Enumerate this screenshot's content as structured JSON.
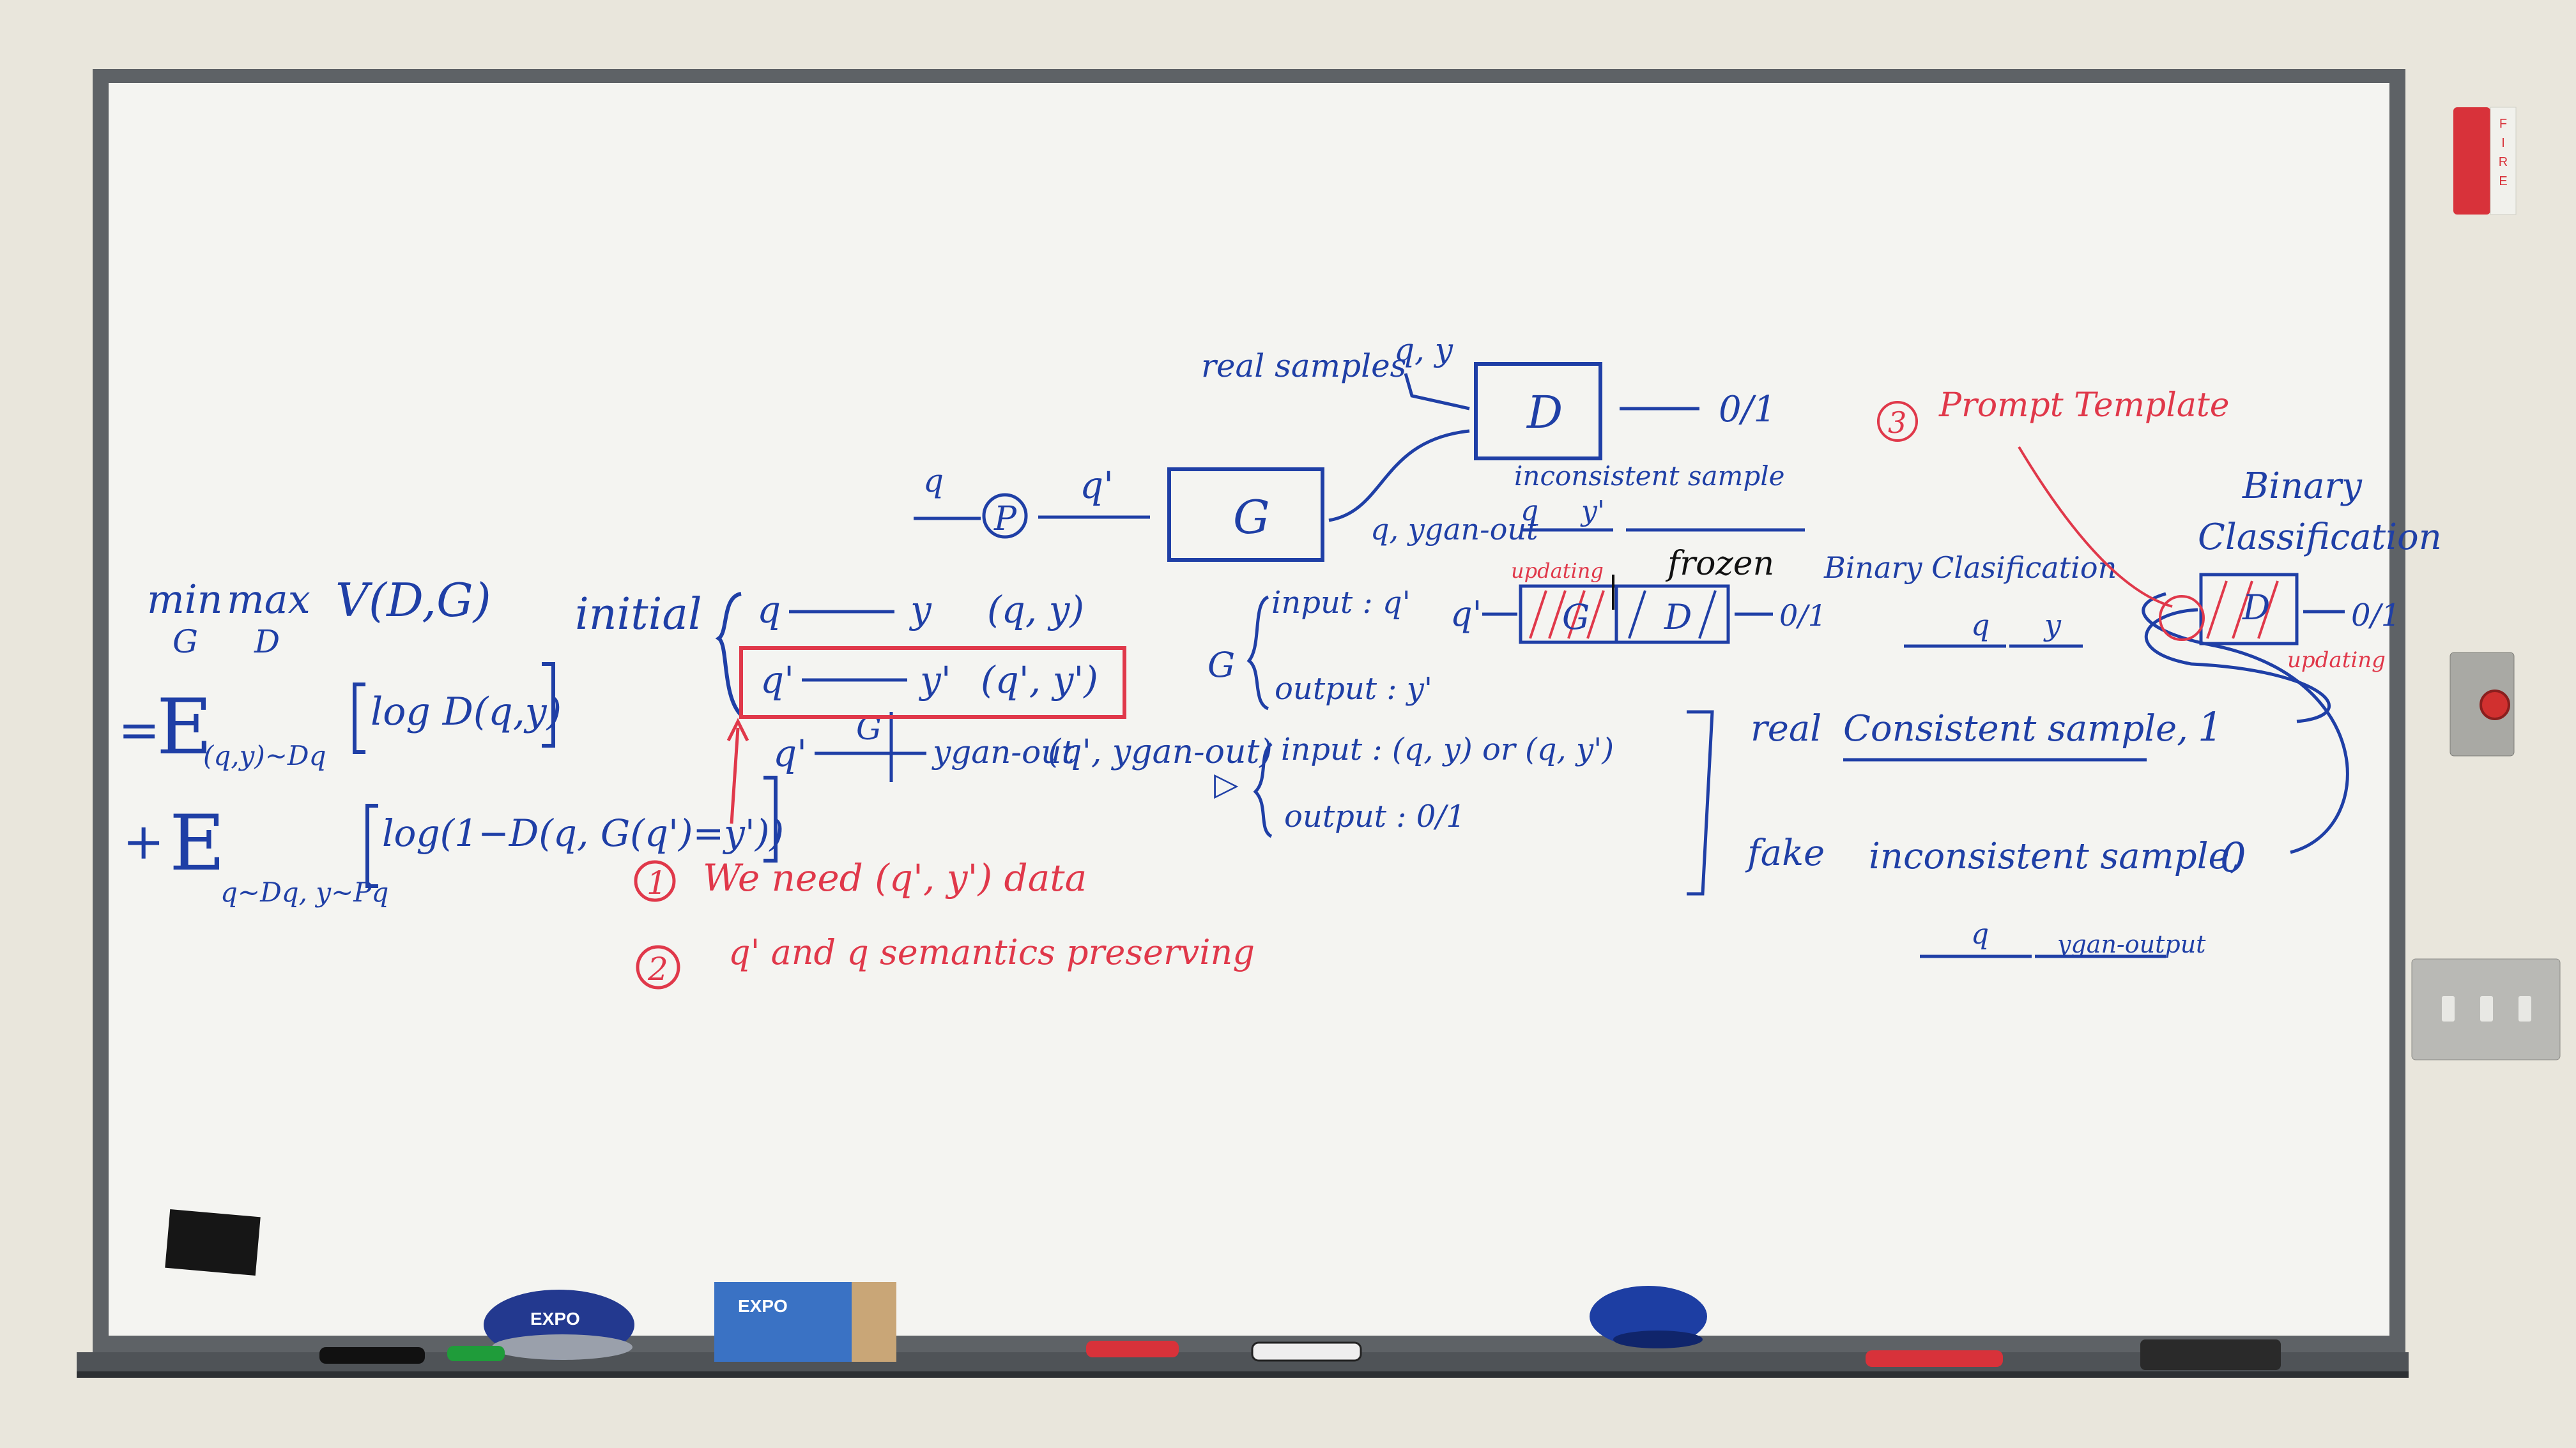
{
  "colors": {
    "wall": "#e9e6dc",
    "board": "#f4f4f1",
    "frame": "#5e6266",
    "ink_blue": "#1f3fa6",
    "ink_red": "#e0384a",
    "ink_black": "#111111"
  },
  "objective": {
    "min": "min",
    "max": "max",
    "min_sub": "G",
    "max_sub": "D",
    "value_fn": "V(D,G)",
    "expect1_prefix": "=",
    "expect1_E": "E",
    "expect1_sub": "(q,y)~Dq",
    "expect1_body": "log D(q,y)",
    "expect2_prefix": "+",
    "expect2_E": "E",
    "expect2_sub": "q~Dq, y~Pq",
    "expect2_body": "log(1−D(q, G(q')=y'))"
  },
  "initial": {
    "label": "initial",
    "row1_left": "q",
    "row1_right": "y",
    "row1_pair": "(q, y)",
    "row2_left": "q'",
    "row2_right": "y'",
    "row2_pair": "(q', y')",
    "row3_left": "q'",
    "row3_box": "G",
    "row3_right": "ygan-out",
    "row3_pair": "(q', ygan-out)"
  },
  "notes": {
    "n1_num": "1",
    "n1_text": "We need (q', y') data",
    "n2_num": "2",
    "n2_text": "q' and q semantics preserving",
    "n3_num": "3",
    "n3_text": "Prompt Template"
  },
  "pipeline": {
    "input_q": "q",
    "p_node": "P",
    "q_prime": "q'",
    "g_box": "G",
    "real_samples": "real samples",
    "real_pair": "q, y",
    "d_box": "D",
    "d_out": "0/1",
    "gen_out": "q, ygan-out",
    "inconsistent_label": "inconsistent sample",
    "inc_q": "q",
    "inc_y": "y'"
  },
  "training": {
    "updating": "updating",
    "frozen": "frozen",
    "in_q": "q'",
    "g": "G",
    "d": "D",
    "out": "0/1",
    "binary_cls": "Binary Clasification",
    "under_q": "q",
    "under_y": "y"
  },
  "g_spec": {
    "g": "G",
    "input": "input : q'",
    "output": "output : y'"
  },
  "d_spec": {
    "input": "input : (q, y) or (q, y')",
    "output": "output : 0/1"
  },
  "labels": {
    "real": "real",
    "real_text": "Consistent sample,",
    "real_val": "1",
    "fake": "fake",
    "fake_text": "inconsistent sample,",
    "fake_val": "0"
  },
  "right": {
    "title1": "Binary",
    "title2": "Classification",
    "d": "D",
    "out": "0/1",
    "updating": "updating",
    "bottom_q": "q",
    "bottom_y": "ygan-output"
  },
  "tray": {
    "eraser_left_brand": "EXPO",
    "box_brand": "EXPO"
  }
}
